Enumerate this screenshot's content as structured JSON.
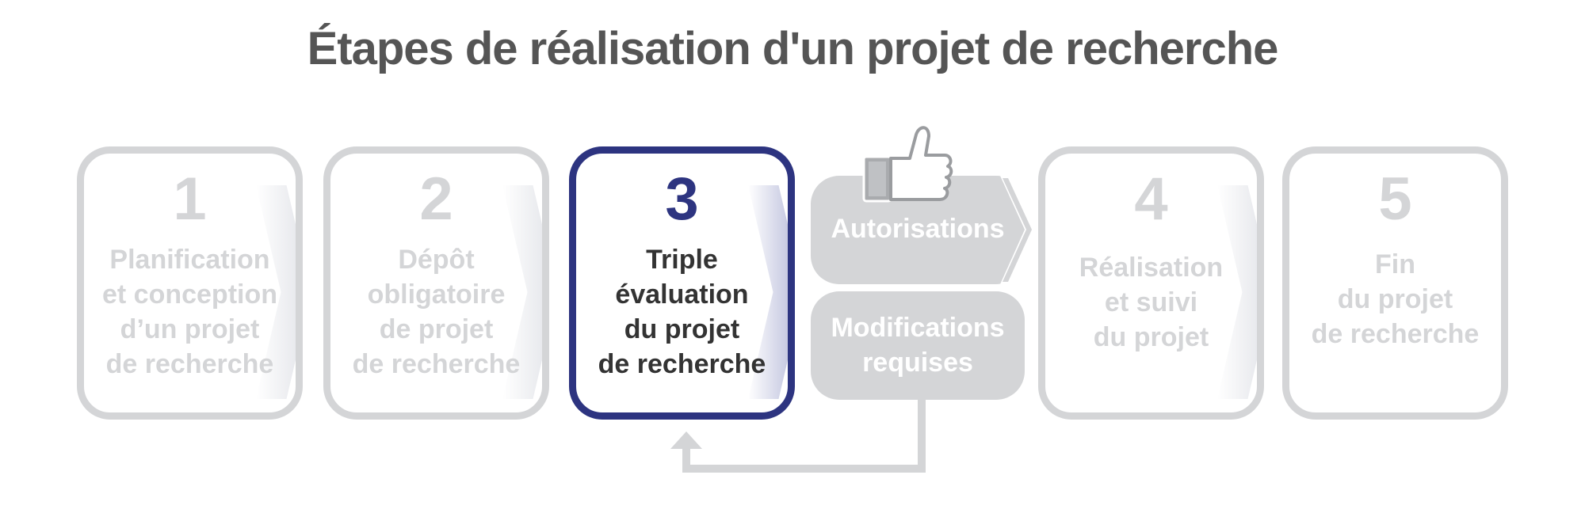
{
  "title": "Étapes de réalisation d'un projet de recherche",
  "steps": [
    {
      "number": "1",
      "lines": [
        "Planification",
        "et conception",
        "d’un projet",
        "de recherche"
      ],
      "active": false
    },
    {
      "number": "2",
      "lines": [
        "Dépôt",
        "obligatoire",
        "de projet",
        "de recherche"
      ],
      "active": false
    },
    {
      "number": "3",
      "lines": [
        "Triple",
        "évaluation",
        "du projet",
        "de recherche"
      ],
      "active": true
    },
    {
      "number": "4",
      "lines": [
        "Réalisation",
        "et suivi",
        "du projet"
      ],
      "active": false
    },
    {
      "number": "5",
      "lines": [
        "Fin",
        "du projet",
        "de recherche"
      ],
      "active": false
    }
  ],
  "outcomes": {
    "authorizations": {
      "lines": [
        "Autorisations"
      ],
      "icon": "thumbs-up-icon"
    },
    "modifications": {
      "lines": [
        "Modifications",
        "requises"
      ]
    }
  },
  "colors": {
    "inactive": "#d4d5d7",
    "active_border": "#2d3480",
    "active_text": "#333333",
    "title": "#555555"
  }
}
